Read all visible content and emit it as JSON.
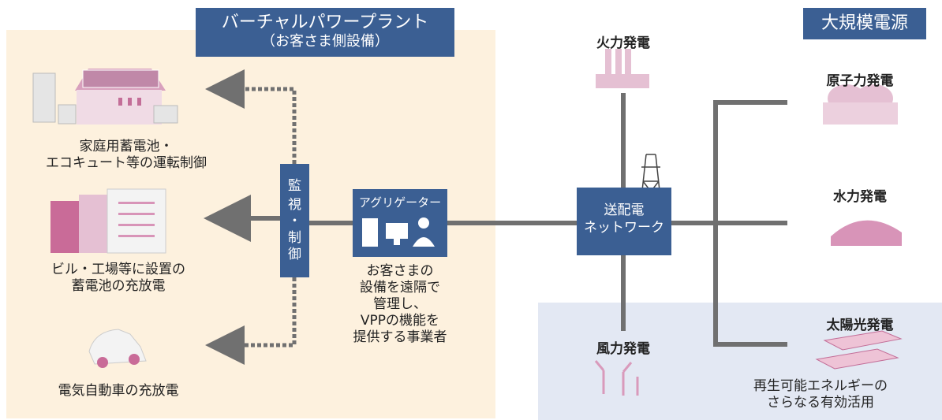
{
  "vpp": {
    "title": "バーチャルパワープラント",
    "subtitle": "（お客さま側設備）",
    "home_label_1": "家庭用蓄電池・",
    "home_label_2": "エコキュート等の運転制御",
    "building_label_1": "ビル・工場等に設置の",
    "building_label_2": "蓄電池の充放電",
    "ev_label": "電気自動車の充放電",
    "monitor_1": "監",
    "monitor_2": "視",
    "monitor_3": "・",
    "monitor_4": "制",
    "monitor_5": "御"
  },
  "aggregator": {
    "title": "アグリゲーター",
    "desc_1": "お客さまの",
    "desc_2": "設備を遠隔で",
    "desc_3": "管理し、",
    "desc_4": "VPPの機能を",
    "desc_5": "提供する事業者"
  },
  "grid": {
    "label_1": "送配電",
    "label_2": "ネットワーク"
  },
  "plants": {
    "thermal": "火力発電",
    "wind": "風力発電",
    "large_title": "大規模電源",
    "nuclear": "原子力発電",
    "hydro": "水力発電",
    "solar": "太陽光発電",
    "renew_1": "再生可能エネルギーの",
    "renew_2": "さらなる有効活用"
  },
  "colors": {
    "navy": "#3b5f93",
    "vpp_bg": "#fdf1de",
    "renew_bg": "#e3e8f3",
    "line": "#707070",
    "pink": "#e8b3cc"
  }
}
